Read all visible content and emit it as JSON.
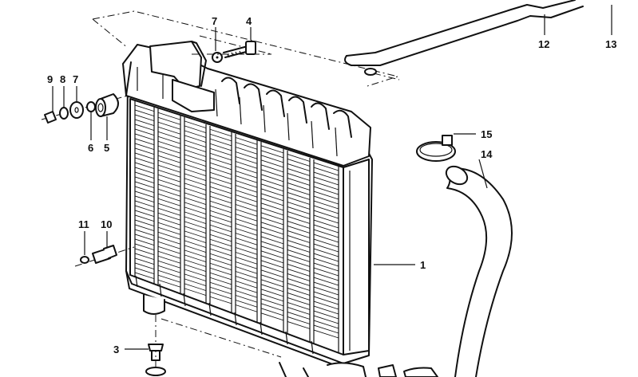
{
  "diagram": {
    "callouts": [
      {
        "id": "c1",
        "label": "1"
      },
      {
        "id": "c3",
        "label": "3"
      },
      {
        "id": "c4",
        "label": "4"
      },
      {
        "id": "c5",
        "label": "5"
      },
      {
        "id": "c6",
        "label": "6"
      },
      {
        "id": "c7a",
        "label": "7"
      },
      {
        "id": "c7b",
        "label": "7"
      },
      {
        "id": "c8",
        "label": "8"
      },
      {
        "id": "c9",
        "label": "9"
      },
      {
        "id": "c10",
        "label": "10"
      },
      {
        "id": "c11",
        "label": "11"
      },
      {
        "id": "c12",
        "label": "12"
      },
      {
        "id": "c13",
        "label": "13"
      },
      {
        "id": "c14",
        "label": "14"
      },
      {
        "id": "c15",
        "label": "15"
      }
    ],
    "line_color": "#111111",
    "background": "#ffffff"
  }
}
